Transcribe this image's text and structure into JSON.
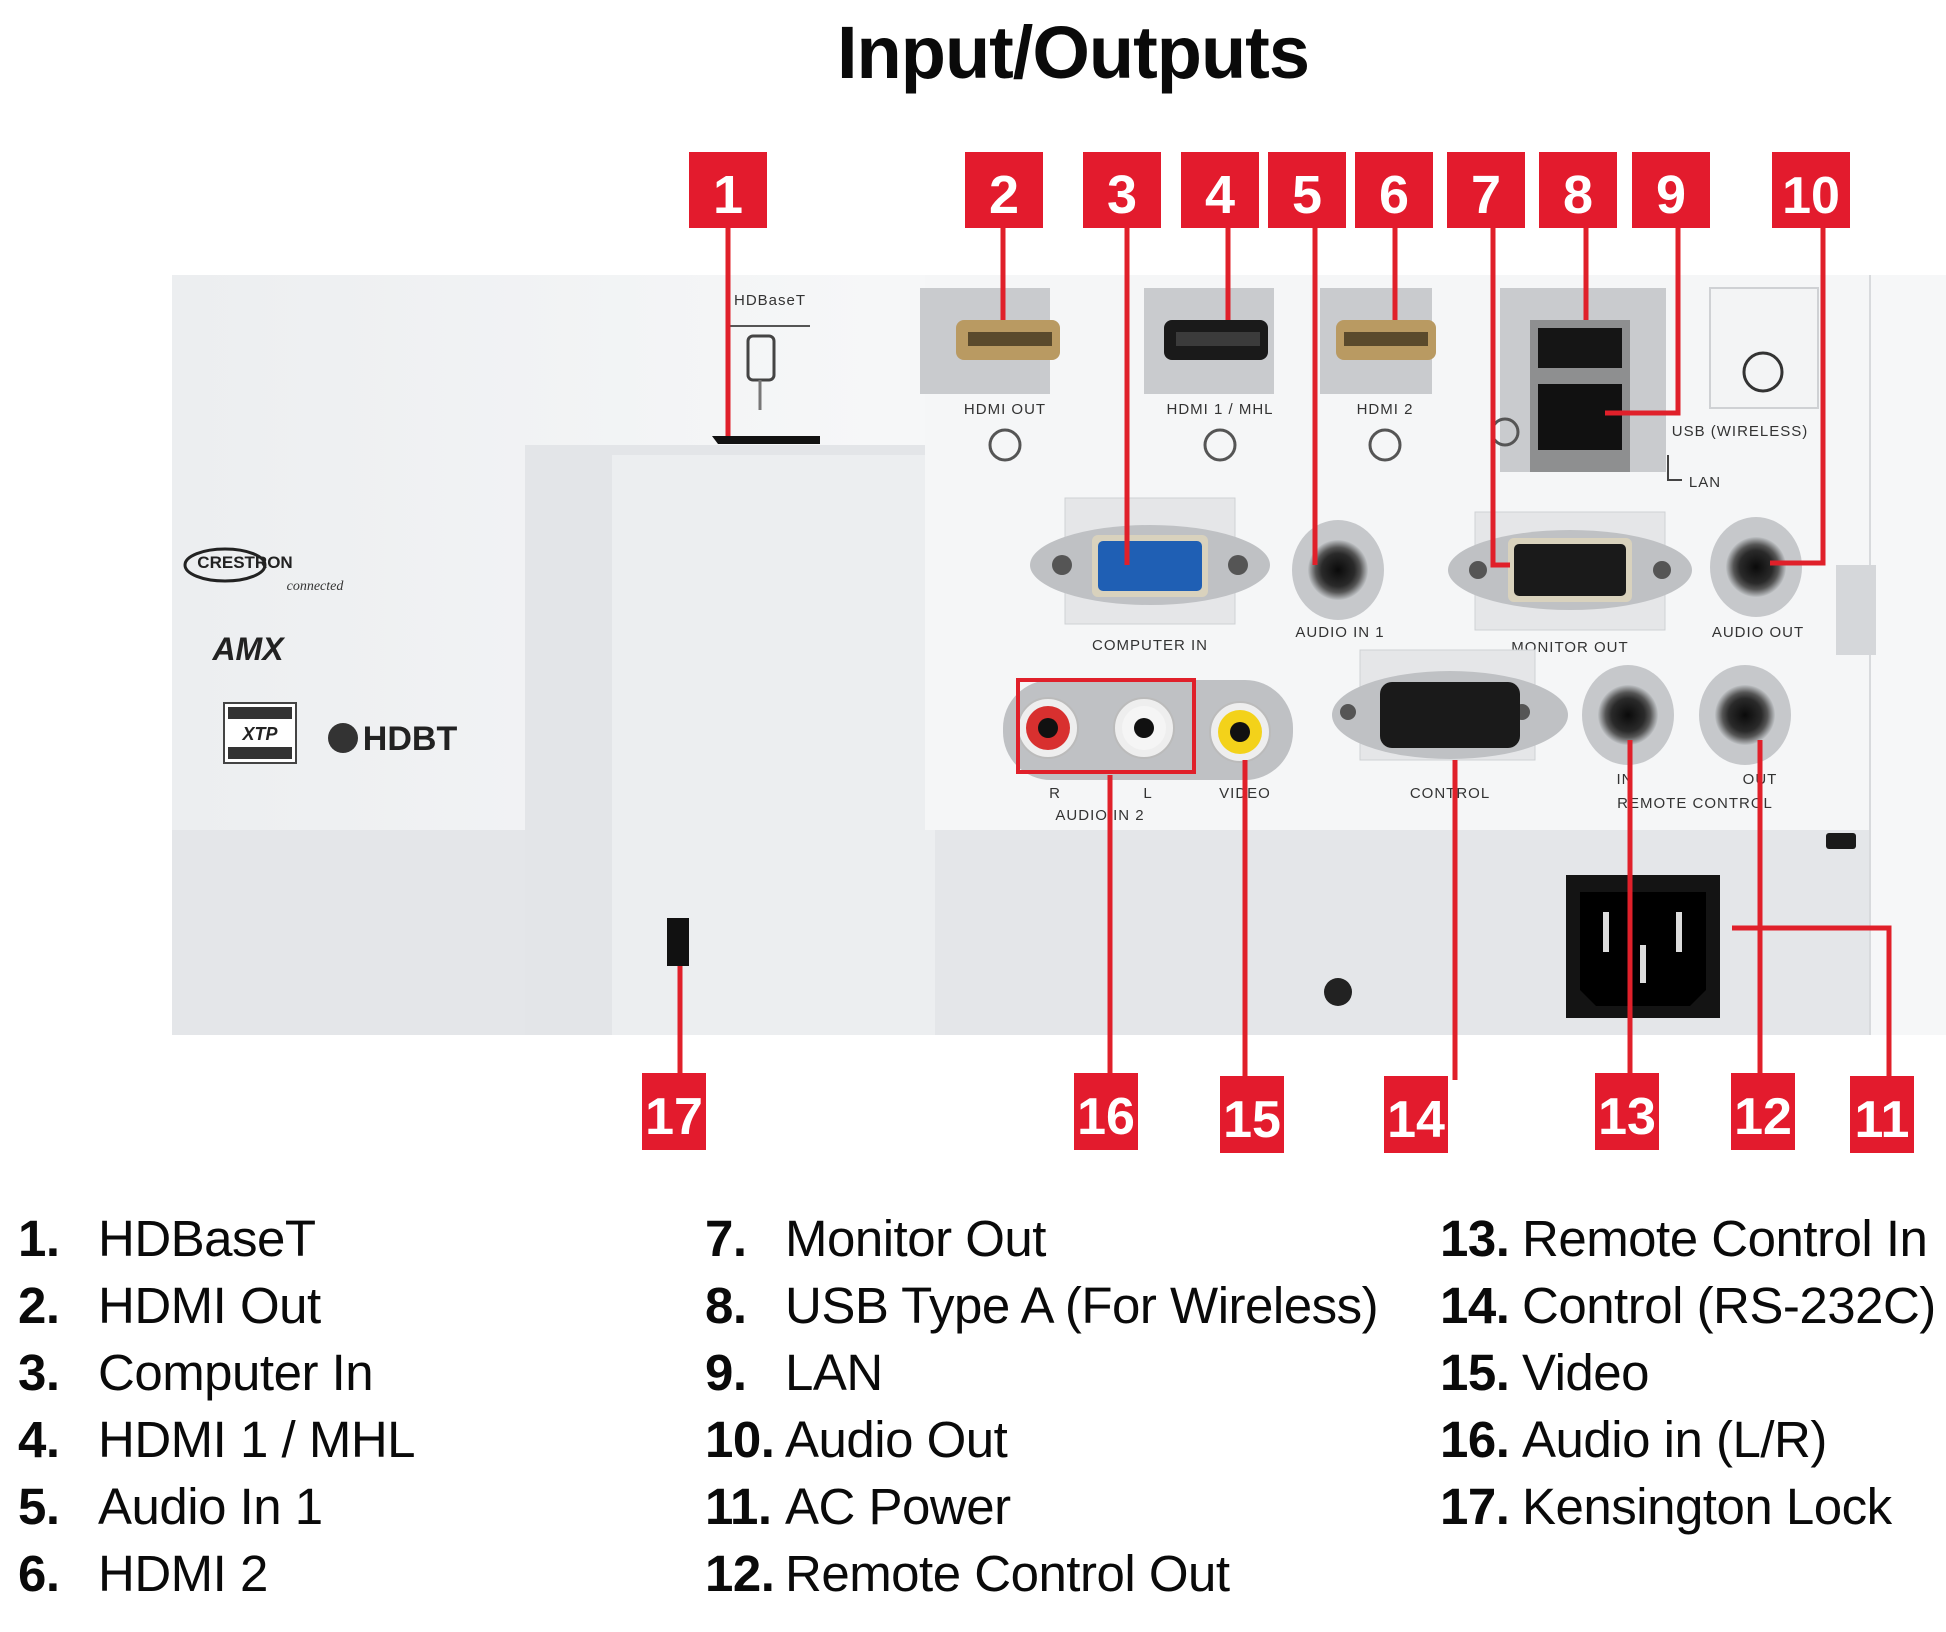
{
  "title": "Input/Outputs",
  "colors": {
    "callout_red": "#e31b2d",
    "leader_red": "#e0202a",
    "panel_white": "#f2f3f4",
    "panel_shadow": "#e2e4e7",
    "port_gray": "#c8cacd",
    "vga_blue": "#1f5fb4",
    "rca_red": "#d8302f",
    "rca_white": "#f5f5f5",
    "rca_yellow": "#f3d21a",
    "hdmi_gold": "#b99a62"
  },
  "device_labels": {
    "hdbaset": "HDBaseT",
    "hdmi_out": "HDMI OUT",
    "hdmi1_mhl": "HDMI 1 / MHL",
    "hdmi2": "HDMI 2",
    "computer_in": "COMPUTER IN",
    "audio_in1": "AUDIO IN 1",
    "monitor_out": "MONITOR OUT",
    "audio_out": "AUDIO OUT",
    "usb_wireless": "USB (WIRELESS)",
    "lan": "LAN",
    "audio_in2_r": "R",
    "audio_in2_l": "L",
    "audio_in2": "AUDIO IN 2",
    "video": "VIDEO",
    "control": "CONTROL",
    "remote_in": "IN",
    "remote_out": "OUT",
    "remote_control": "REMOTE CONTROL",
    "logo_crestron": "CRESTRON",
    "logo_crestron_sub": "connected",
    "logo_amx": "AMX",
    "logo_xtp": "XTP",
    "logo_hdbt": "HDBT"
  },
  "callouts": [
    {
      "num": "1"
    },
    {
      "num": "2"
    },
    {
      "num": "3"
    },
    {
      "num": "4"
    },
    {
      "num": "5"
    },
    {
      "num": "6"
    },
    {
      "num": "7"
    },
    {
      "num": "8"
    },
    {
      "num": "9"
    },
    {
      "num": "10"
    },
    {
      "num": "11"
    },
    {
      "num": "12"
    },
    {
      "num": "13"
    },
    {
      "num": "14"
    },
    {
      "num": "15"
    },
    {
      "num": "16"
    },
    {
      "num": "17"
    }
  ],
  "legend": {
    "col1": [
      {
        "num": "1.",
        "label": "HDBaseT"
      },
      {
        "num": "2.",
        "label": "HDMI Out"
      },
      {
        "num": "3.",
        "label": "Computer In"
      },
      {
        "num": "4.",
        "label": "HDMI 1 / MHL"
      },
      {
        "num": "5.",
        "label": "Audio In 1"
      },
      {
        "num": "6.",
        "label": "HDMI 2"
      }
    ],
    "col2": [
      {
        "num": "7.",
        "label": "Monitor Out"
      },
      {
        "num": "8.",
        "label": "USB Type A (For Wireless)"
      },
      {
        "num": "9.",
        "label": "LAN"
      },
      {
        "num": "10.",
        "label": "Audio Out"
      },
      {
        "num": "11.",
        "label": "AC Power"
      },
      {
        "num": "12.",
        "label": "Remote Control Out"
      }
    ],
    "col3": [
      {
        "num": "13.",
        "label": "Remote Control In"
      },
      {
        "num": "14.",
        "label": "Control (RS-232C)"
      },
      {
        "num": "15.",
        "label": "Video"
      },
      {
        "num": "16.",
        "label": "Audio in  (L/R)"
      },
      {
        "num": "17.",
        "label": "Kensington Lock"
      }
    ]
  }
}
